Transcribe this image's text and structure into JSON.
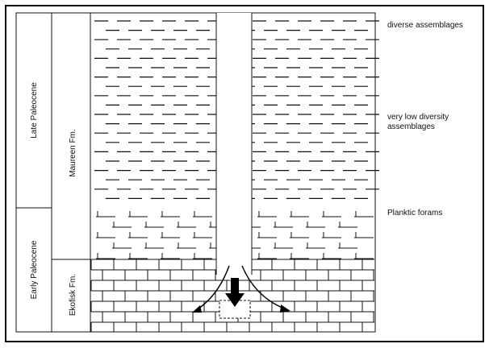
{
  "stratigraphy": {
    "epochs": [
      {
        "label": "Late Paleocene",
        "key": "late"
      },
      {
        "label": "Early Paleocene",
        "key": "early"
      }
    ],
    "formations": [
      {
        "label": "Maureen Fm.",
        "key": "maureen"
      },
      {
        "label": "Ekofisk Fm.",
        "key": "ekofisk"
      }
    ]
  },
  "annotations": {
    "diverse": "diverse assemblages",
    "low_diversity_1": "very low diversity",
    "low_diversity_2": "assemblages",
    "planktic": "Planktic forams"
  },
  "colors": {
    "line": "#111111",
    "background": "#ffffff",
    "arrow": "#000000"
  }
}
